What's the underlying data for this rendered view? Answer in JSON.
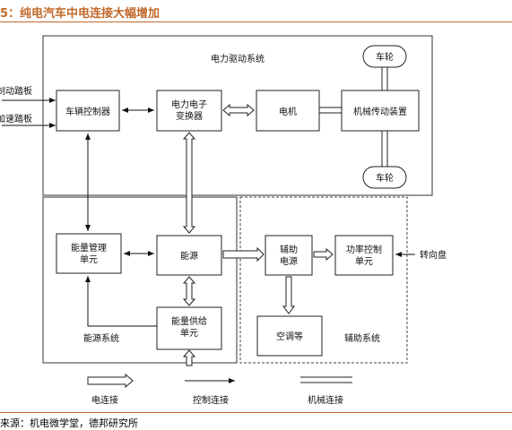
{
  "header": {
    "title": "5：纯电汽车中电连接大幅增加"
  },
  "footer": {
    "source": "来源：机电微学堂，德邦研究所"
  },
  "diagram": {
    "groups": {
      "drive_system": "电力驱动系统",
      "energy_system": "能源系统",
      "auxiliary_system": "辅助系统"
    },
    "inputs": {
      "brake_pedal": "制动踏板",
      "accelerator_pedal": "加速踏板",
      "steering_wheel": "转向盘"
    },
    "nodes": {
      "vehicle_controller": "车辆控制器",
      "power_converter": [
        "电力电子",
        "变换器"
      ],
      "motor": "电机",
      "mechanical_transmission": "机械传动装置",
      "wheel_top": "车轮",
      "wheel_bottom": "车轮",
      "energy_management": [
        "能量管理",
        "单元"
      ],
      "energy_source": "能源",
      "energy_supply": [
        "能量供给",
        "单元"
      ],
      "auxiliary_power": [
        "辅助",
        "电源"
      ],
      "power_steering": [
        "功率控制",
        "单元"
      ],
      "air_conditioner": "空调等"
    },
    "legend": {
      "electrical": "电连接",
      "control": "控制连接",
      "mechanical": "机械连接"
    }
  }
}
